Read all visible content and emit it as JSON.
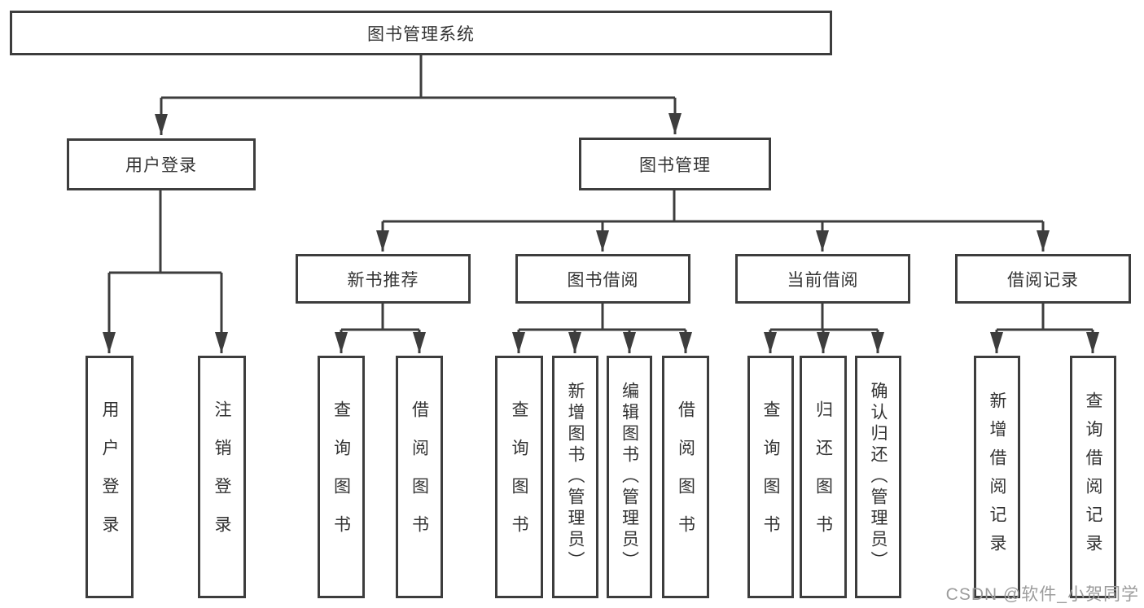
{
  "tree": {
    "root": {
      "label": "图书管理系统"
    },
    "children": [
      {
        "label": "用户登录",
        "children": [
          {
            "label": "用户登录"
          },
          {
            "label": "注销登录"
          }
        ]
      },
      {
        "label": "图书管理",
        "children": [
          {
            "label": "新书推荐",
            "children": [
              {
                "label": "查询图书"
              },
              {
                "label": "借阅图书"
              }
            ]
          },
          {
            "label": "图书借阅",
            "children": [
              {
                "label": "查询图书"
              },
              {
                "label": "新增图书（管理员）"
              },
              {
                "label": "编辑图书（管理员）"
              },
              {
                "label": "借阅图书"
              }
            ]
          },
          {
            "label": "当前借阅",
            "children": [
              {
                "label": "查询图书"
              },
              {
                "label": "归还图书"
              },
              {
                "label": "确认归还（管理员）"
              }
            ]
          },
          {
            "label": "借阅记录",
            "children": [
              {
                "label": "新增借阅记录"
              },
              {
                "label": "查询借阅记录"
              }
            ]
          }
        ]
      }
    ]
  },
  "watermark": {
    "text": "CSDN @软件_小贺同学"
  },
  "colors": {
    "line": "#3d3d3d",
    "box_border": "#3d3d3d",
    "text": "#333333",
    "watermark": "#9c9c9c",
    "background": "#ffffff"
  }
}
